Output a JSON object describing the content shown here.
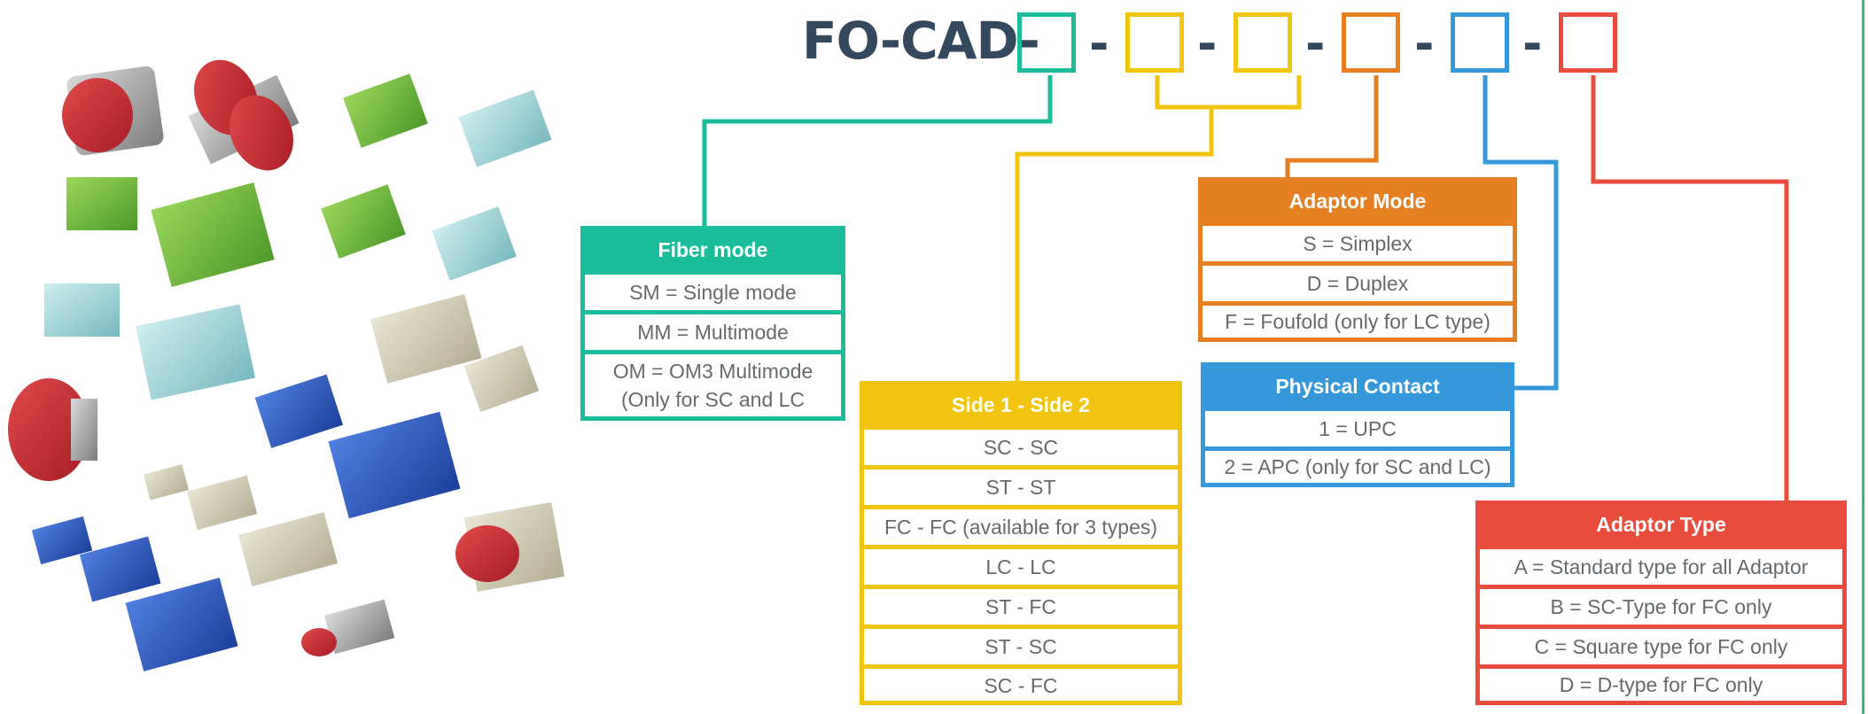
{
  "code": {
    "prefix": "FO-CAD-",
    "dash": "-"
  },
  "colors": {
    "teal": "#1abc9c",
    "yellow": "#f1c40f",
    "orange": "#e67e22",
    "blue": "#3498db",
    "red": "#e74c3c",
    "title": "#34495e"
  },
  "tables": {
    "fiber_mode": {
      "title": "Fiber mode",
      "rows": [
        "SM = Single mode",
        "MM = Multimode",
        "OM = OM3 Multimode (Only for SC and LC"
      ]
    },
    "sides": {
      "title": "Side 1 - Side 2",
      "rows": [
        "SC - SC",
        "ST - ST",
        "FC - FC (available for 3 types)",
        "LC - LC",
        "ST - FC",
        "ST - SC",
        "SC - FC"
      ]
    },
    "adaptor_mode": {
      "title": "Adaptor Mode",
      "rows": [
        "S = Simplex",
        "D = Duplex",
        "F = Foufold (only for LC type)"
      ]
    },
    "physical_contact": {
      "title": "Physical Contact",
      "rows": [
        "1 = UPC",
        "2 = APC (only for SC and LC)"
      ]
    },
    "adaptor_type": {
      "title": "Adaptor Type",
      "rows": [
        "A = Standard type for all Adaptor",
        "B = SC-Type for FC only",
        "C = Square type for FC only",
        "D = D-type for FC only"
      ]
    }
  }
}
